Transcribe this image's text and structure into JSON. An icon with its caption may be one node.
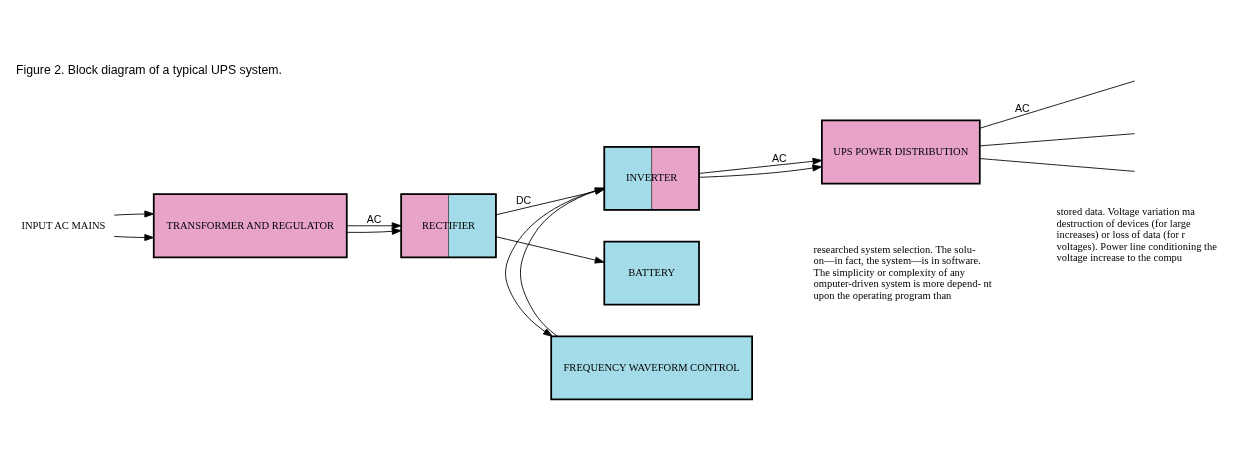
{
  "diagram": {
    "title": "Figure 2. Block diagram of a typical UPS system.",
    "nodes": [
      {
        "text": [
          "INPUT AC MAINS"
        ]
      },
      {
        "text": [
          "TRANSFORMER AND REGULATOR"
        ]
      },
      {
        "text": [
          "RECTIFIER"
        ]
      },
      {
        "text": [
          "FREQUENCY WAVEFORM CONTROL"
        ]
      },
      {
        "text": [
          "INVERTER"
        ]
      },
      {
        "text": [
          "UPS POWER DISTRIBUTION"
        ]
      },
      {
        "text": [
          "BATTERY"
        ]
      }
    ],
    "edges": [
      {
        "from": 0,
        "to": 1,
        "arrow": "to"
      },
      {
        "from": 0,
        "to": 1,
        "arrow": "to"
      },
      {
        "from": 1,
        "to": 2,
        "arrow": "to",
        "label": "AC"
      },
      {
        "from": 1,
        "to": 2,
        "arrow": "to"
      },
      {
        "from": 2,
        "to": 4,
        "arrow": "to",
        "label": "DC"
      },
      {
        "from": 2,
        "to": 6,
        "arrow": "to"
      },
      {
        "from": 3,
        "to": 4,
        "arrow": "to"
      },
      {
        "from": 4,
        "to": 3,
        "arrow": "to"
      },
      {
        "from": 4,
        "to": 5,
        "arrow": "to",
        "label": "AC"
      },
      {
        "from": 4,
        "to": 5,
        "arrow": "to"
      },
      {
        "from": 5,
        "to": null,
        "arrow": "none",
        "label": "AC"
      },
      {
        "from": 5,
        "to": null,
        "arrow": "none"
      },
      {
        "from": 5,
        "to": null,
        "arrow": "none"
      }
    ],
    "labels": [
      "researched system selection. The solu- on—in fact, the system—is in software. The simplicity or complexity of any omputer-driven system is more depend- nt upon the operating program than",
      "stored data. Voltage variation ma destruction of devices (for large increases) or loss of data (for r voltages). Power line conditioning the voltage increase to the compu"
    ]
  }
}
